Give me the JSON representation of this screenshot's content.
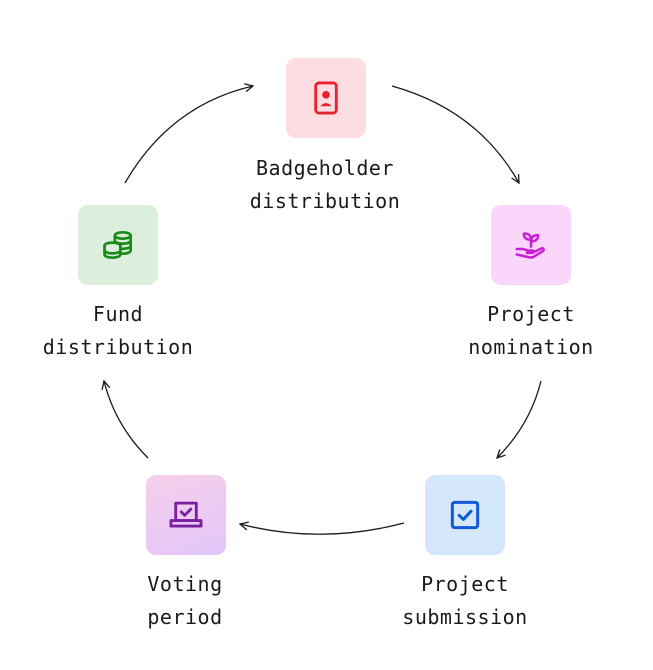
{
  "steps": [
    {
      "id": "badgeholder",
      "line1": "Badgeholder",
      "line2": "distribution",
      "icon": "badge-icon",
      "tile_color": "#fddde1",
      "icon_color": "#e8202f"
    },
    {
      "id": "nomination",
      "line1": "Project",
      "line2": "nomination",
      "icon": "sprout-hand-icon",
      "tile_color": "#fbd6fb",
      "icon_color": "#c81fd6"
    },
    {
      "id": "submission",
      "line1": "Project",
      "line2": "submission",
      "icon": "checkbox-icon",
      "tile_color": "#d5e8fb",
      "icon_color": "#1358d8"
    },
    {
      "id": "voting",
      "line1": "Voting",
      "line2": "period",
      "icon": "laptop-check-icon",
      "tile_color": "#ecc9f8",
      "icon_color": "#7b1fa2"
    },
    {
      "id": "fund",
      "line1": "Fund",
      "line2": "distribution",
      "icon": "coins-icon",
      "tile_color": "#dcefdc",
      "icon_color": "#1a8a1a"
    }
  ]
}
